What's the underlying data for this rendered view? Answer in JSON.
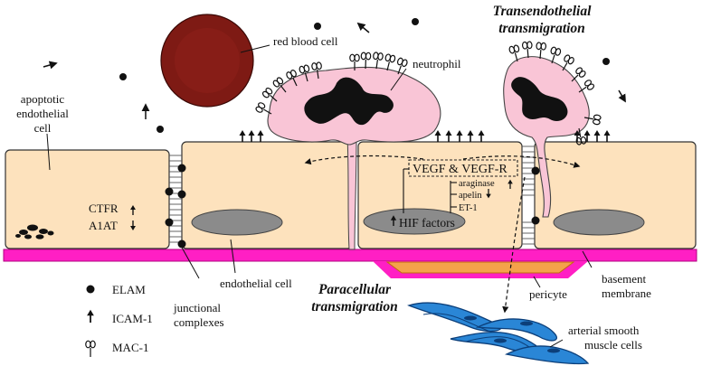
{
  "titles": {
    "transendothelial_line1": "Transendothelial",
    "transendothelial_line2": "transmigration",
    "paracellular_line1": "Paracellular",
    "paracellular_line2": "transmigration"
  },
  "labels": {
    "red_blood_cell": "red blood cell",
    "neutrophil": "neutrophil",
    "apoptotic_line1": "apoptotic",
    "apoptotic_line2": "endothelial",
    "apoptotic_line3": "cell",
    "cftr": "CTFR",
    "a1at": "A1AT",
    "endothelial_cell": "endothelial cell",
    "junctional_line1": "junctional",
    "junctional_line2": "complexes",
    "pericyte": "pericyte",
    "basement_line1": "basement",
    "basement_line2": "membrane",
    "smooth_line1": "arterial smooth",
    "smooth_line2": "muscle cells",
    "vegf": "VEGF & VEGF-R",
    "hif": "HIF factors",
    "araginase": "araginase",
    "apelin": "apelin",
    "et1": "ET-1"
  },
  "legend": {
    "elam": "ELAM",
    "icam": "ICAM-1",
    "mac": "MAC-1"
  },
  "colors": {
    "cell_fill": "#fde2bd",
    "neutrophil_fill": "#f9c5d6",
    "rbc_fill": "#7e1a14",
    "basement": "#ff1fc4",
    "pericyte": "#f4a24a",
    "nucleus": "#8b8b8b",
    "smooth_muscle": "#2a86d6"
  },
  "icons": {
    "elam": "filled-dot",
    "icam": "up-arrow",
    "mac": "double-loop-receptor"
  }
}
